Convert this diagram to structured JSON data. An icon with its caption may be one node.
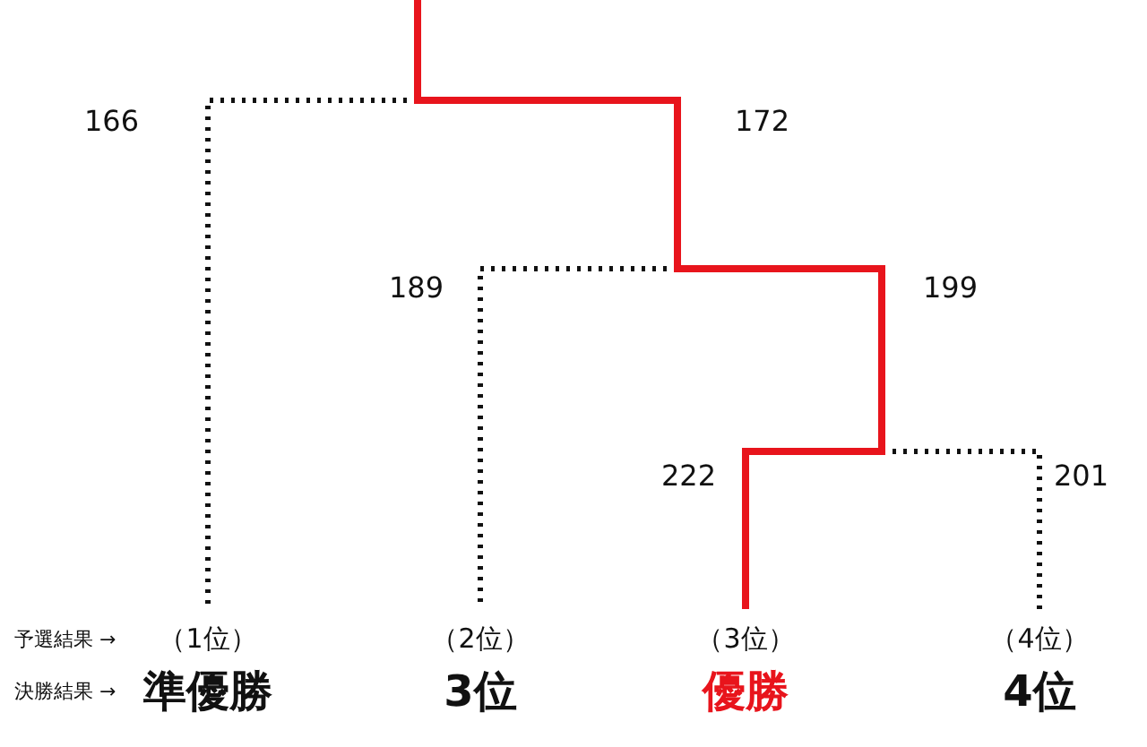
{
  "diagram": {
    "labels": [
      "166",
      "172",
      "189",
      "199",
      "222",
      "201",
      "予選結果 →",
      "（1位）",
      "（2位）",
      "（3位）",
      "（4位）",
      "決勝結果 →",
      "準優勝",
      "3位",
      "優勝",
      "4位"
    ]
  }
}
